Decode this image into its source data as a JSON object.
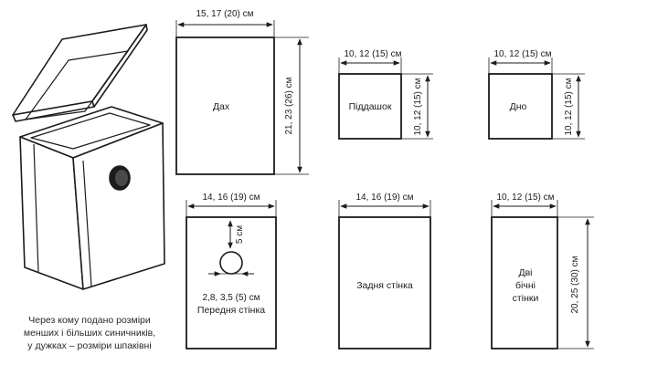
{
  "roof": {
    "label": "Дах",
    "width": "15, 17 (20) см",
    "height": "21, 23 (26) см"
  },
  "underroof": {
    "label": "Піддашок",
    "width": "10, 12 (15) см",
    "height": "10, 12 (15) см"
  },
  "bottom": {
    "label": "Дно",
    "width": "10, 12 (15) см",
    "height": "10, 12 (15) см"
  },
  "front": {
    "label": "Передня стінка",
    "width": "14, 16 (19) см",
    "hole_offset": "5 см",
    "hole_diameter": "2,8, 3,5 (5) см"
  },
  "back": {
    "label": "Задня стінка",
    "width": "14, 16 (19) см"
  },
  "sides": {
    "label_line1": "Дві",
    "label_line2": "бічні",
    "label_line3": "стінки",
    "width": "10, 12 (15) см",
    "height": "20, 25 (30) см"
  },
  "caption": {
    "line1": "Через кому подано розміри",
    "line2": "менших і більших синичників,",
    "line3": "у дужках – розміри шпаківні"
  }
}
